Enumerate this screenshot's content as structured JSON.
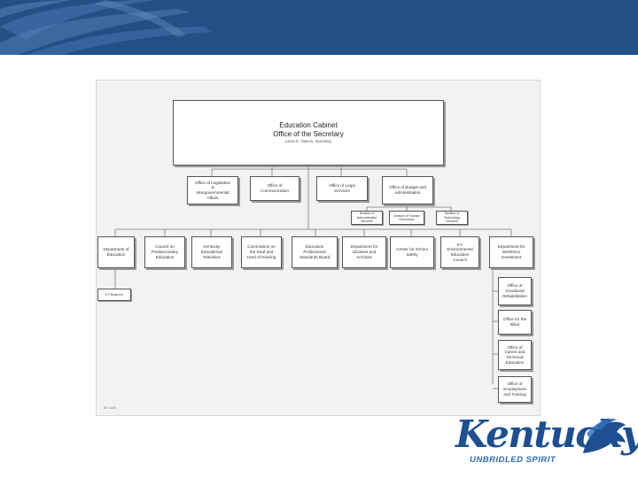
{
  "slide": {
    "colors": {
      "banner": "#234e86",
      "banner_swoosh": "#4a78b0",
      "logo_blue": "#1d4f91"
    }
  },
  "org_chart": {
    "head": {
      "title_line1": "Education Cabinet",
      "title_line2": "Office of the Secretary",
      "name": "Laura E. Owens, Secretary"
    },
    "staff_offices": [
      "Office of Legislative\n&\nIntergovernmental\nAffairs",
      "Office of\nCommunication",
      "Office of Legal\nServices",
      "Office of Budget and\nAdministration"
    ],
    "budget_divisions": [
      "Division of\nAdministrative\nServices",
      "Division of Human\nResources",
      "Division of\nTechnology\nServices"
    ],
    "departments": [
      "Department of\nEducation",
      "Council on\nPostsecondary\nEducation",
      "Kentucky\nEducational\nTelevision",
      "Commission on\nthe Deaf and\nHard of Hearing",
      "Education\nProfessional\nStandards Board",
      "Department for\nLibraries and\nArchives",
      "Center for School\nSafety",
      "KY\nEnvironmental\nEducation\nCouncil",
      "Department for\nWorkforce\nInvestment"
    ],
    "education_sub": "KY Board of",
    "workforce_offices": [
      "Office of\nVocational\nRehabilitation",
      "Office for the\nBlind",
      "Office of\nCareer and\nTechnical\nEducation",
      "Office of\nEmployment\nand Training"
    ],
    "footnote": "Eff. 11/06"
  },
  "logo": {
    "wordmark": "Kentucky",
    "tagline": "UNBRIDLED SPIRIT",
    "icon": "horse-head-icon"
  }
}
